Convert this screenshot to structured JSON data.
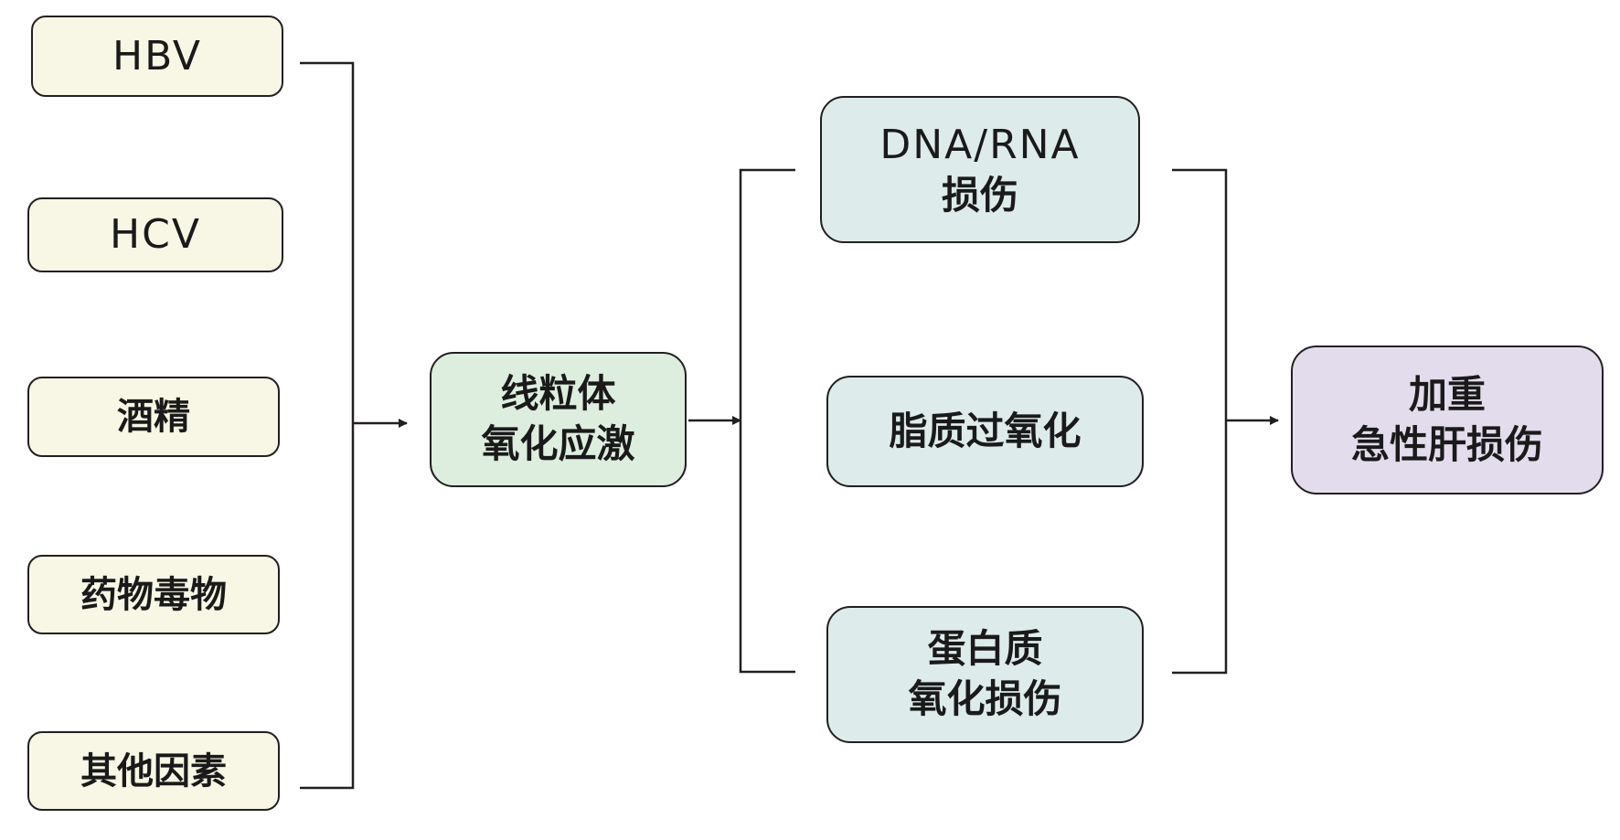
{
  "diagram": {
    "causes": [
      {
        "label": "HBV"
      },
      {
        "label": "HCV"
      },
      {
        "label": "酒精"
      },
      {
        "label": "药物毒物"
      },
      {
        "label": "其他因素"
      }
    ],
    "center": {
      "line1": "线粒体",
      "line2": "氧化应激"
    },
    "effects": [
      {
        "line1": "DNA/RNA",
        "line2": "损伤"
      },
      {
        "line1": "脂质过氧化",
        "line2": ""
      },
      {
        "line1": "蛋白质",
        "line2": "氧化损伤"
      }
    ],
    "outcome": {
      "line1": "加重",
      "line2": "急性肝损伤"
    },
    "colors": {
      "cause_fill": "#f8f7e6",
      "center_fill": "#ddeedf",
      "effect_fill": "#ddebea",
      "outcome_fill": "#e3dcec",
      "stroke": "#231f20"
    }
  }
}
